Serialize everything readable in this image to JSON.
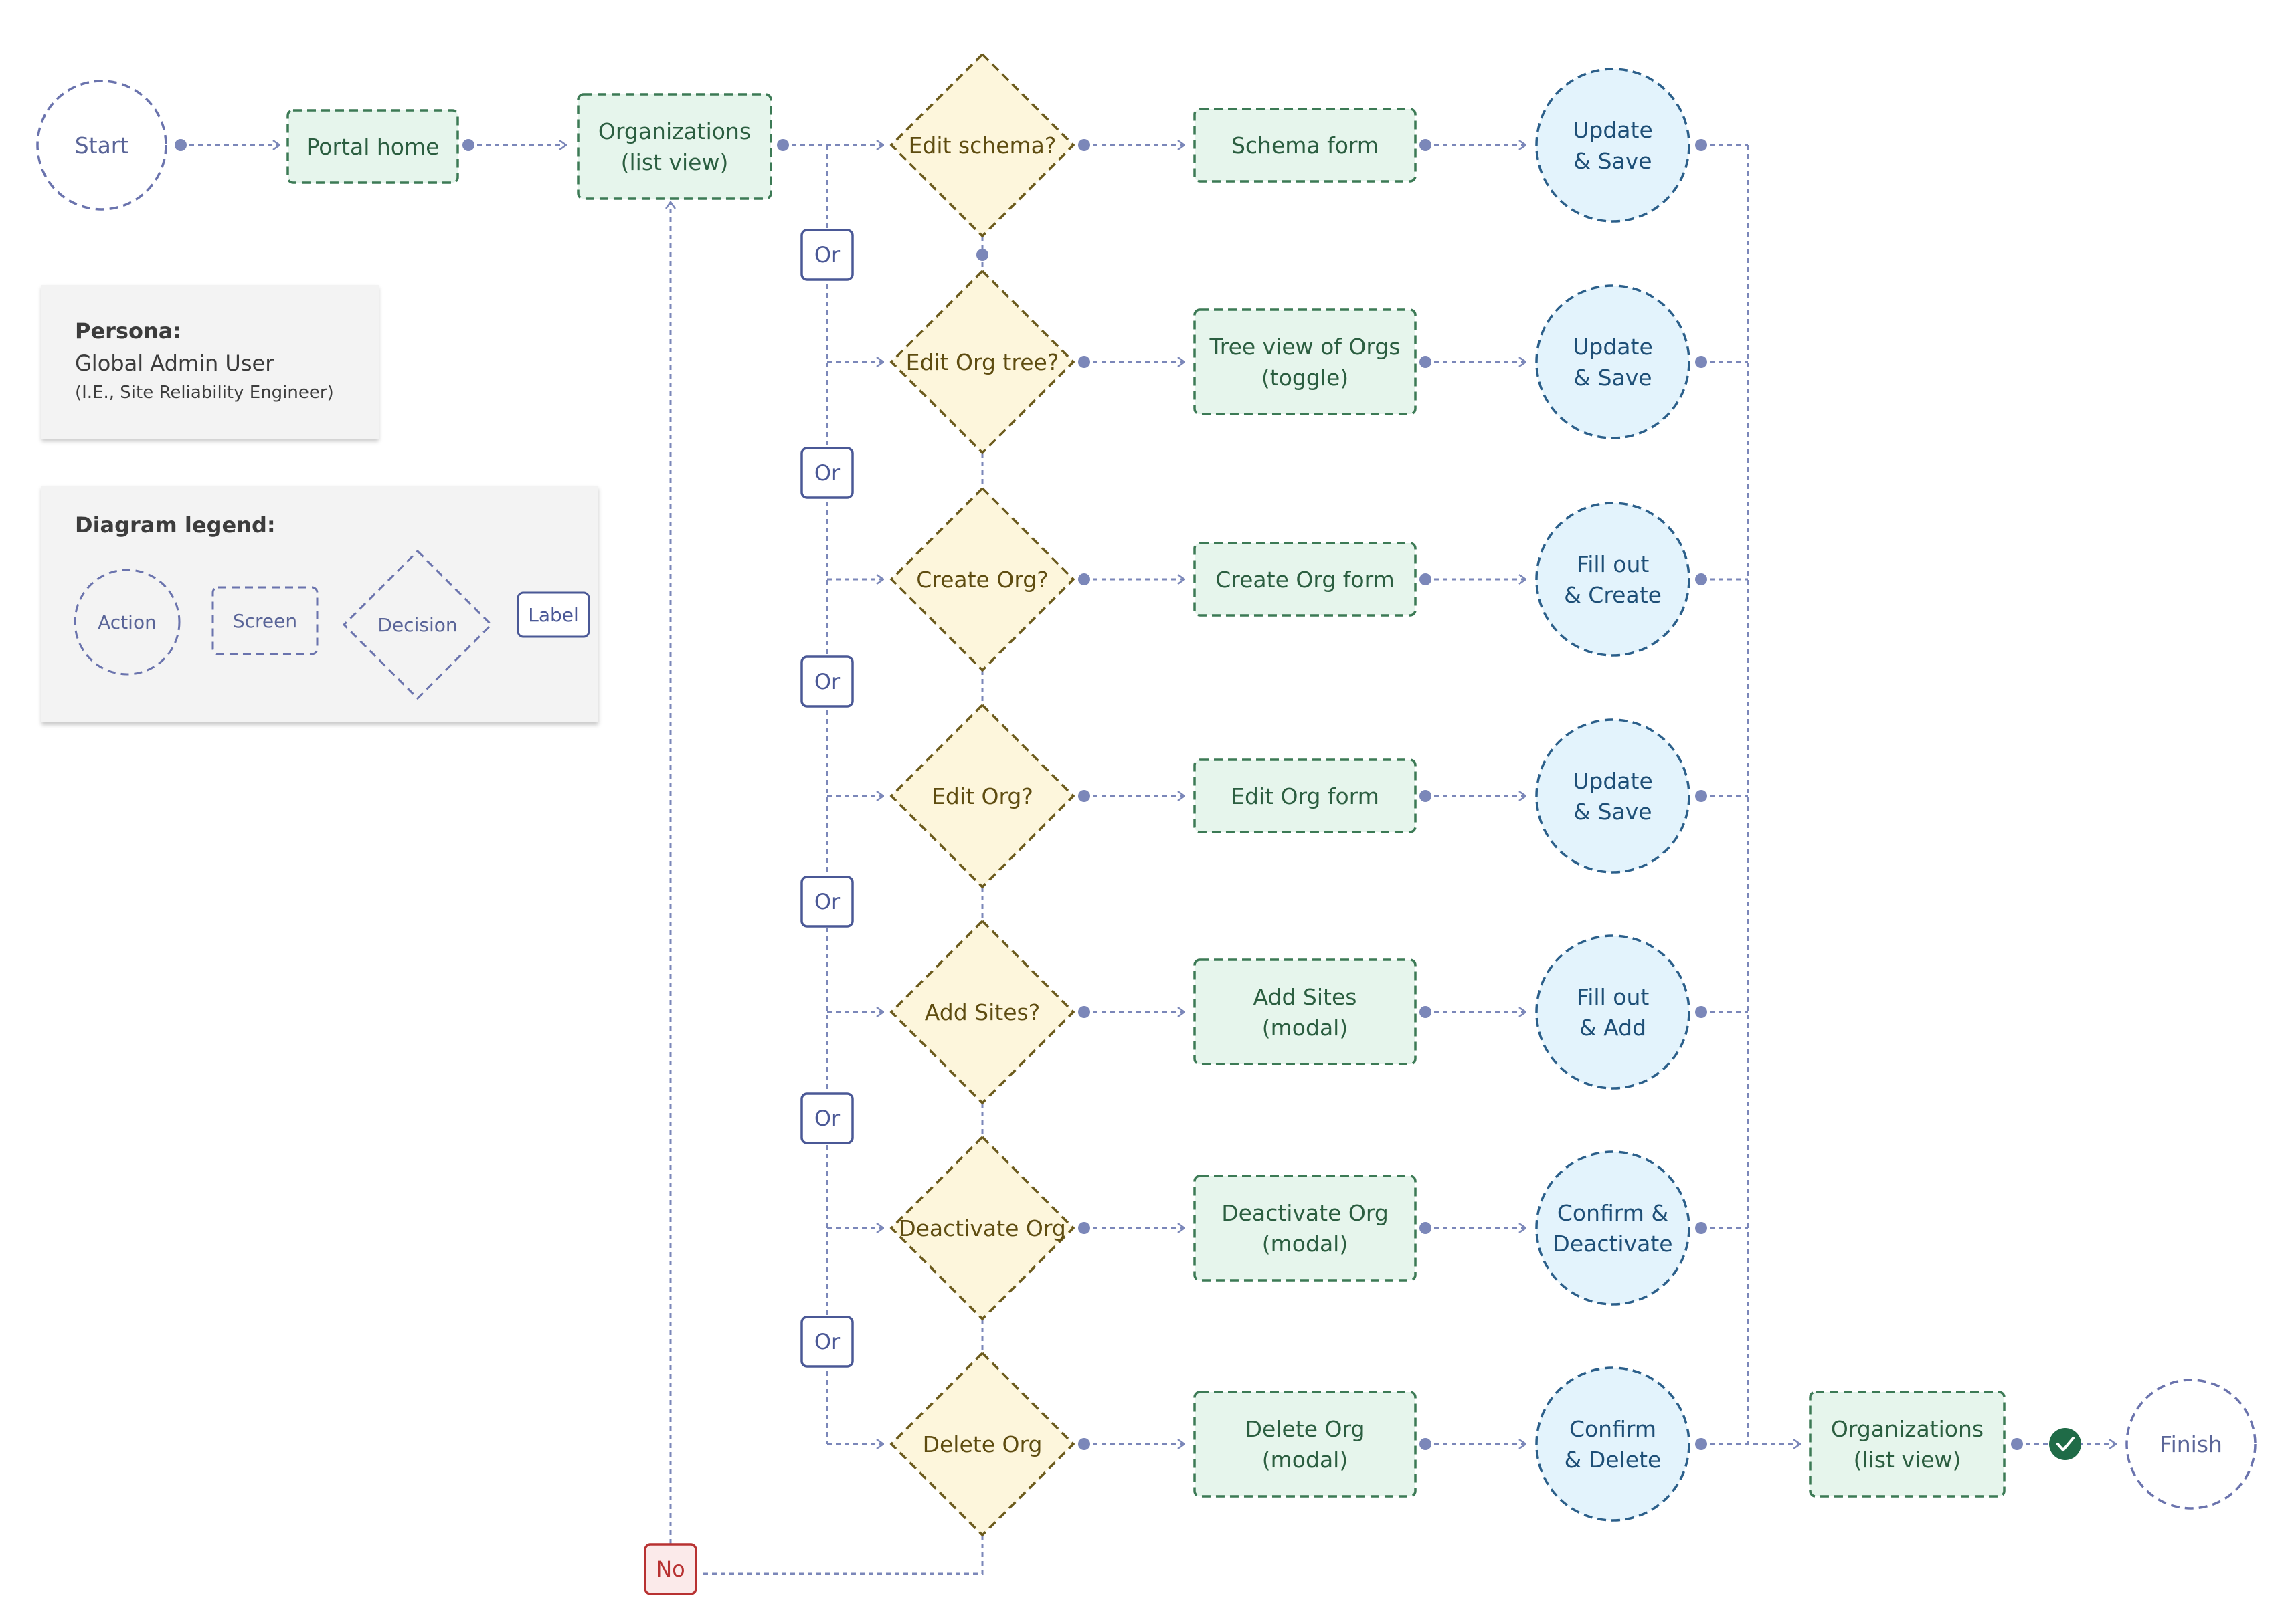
{
  "persona": {
    "title": "Persona:",
    "role": "Global Admin User",
    "detail": "(I.E., Site Reliability Engineer)"
  },
  "legend": {
    "title": "Diagram legend:",
    "action": "Action",
    "screen": "Screen",
    "decision": "Decision",
    "label": "Label"
  },
  "colors": {
    "connector": "#7b87b9",
    "action_stroke": "#6a73ad",
    "action_text": "#5a6598",
    "screen_fill": "#e6f5ec",
    "screen_stroke": "#3c7a55",
    "screen_text": "#2b5e40",
    "decision_fill": "#fdf6dc",
    "decision_stroke": "#6b5a1c",
    "decision_text": "#5e4c10",
    "step_fill": "#e3f3fc",
    "step_stroke": "#2b5f8a",
    "step_text": "#1e4f77",
    "or_stroke": "#4a5896",
    "no_stroke": "#b83232",
    "no_fill": "#fbeaea",
    "check_fill": "#1f6b47"
  },
  "flow": {
    "start": "Start",
    "portal_home": "Portal home",
    "organizations_list": [
      "Organizations",
      "(list view)"
    ],
    "branches": [
      {
        "decision": [
          "Edit schema?"
        ],
        "screen": [
          "Schema form"
        ],
        "step": [
          "Update",
          "& Save"
        ]
      },
      {
        "decision": [
          "Edit Org tree?"
        ],
        "screen": [
          "Tree view of Orgs",
          "(toggle)"
        ],
        "step": [
          "Update",
          "& Save"
        ]
      },
      {
        "decision": [
          "Create Org?"
        ],
        "screen": [
          "Create Org form"
        ],
        "step": [
          "Fill out",
          "& Create"
        ]
      },
      {
        "decision": [
          "Edit Org?"
        ],
        "screen": [
          "Edit Org form"
        ],
        "step": [
          "Update",
          "& Save"
        ]
      },
      {
        "decision": [
          "Add Sites?"
        ],
        "screen": [
          "Add Sites",
          "(modal)"
        ],
        "step": [
          "Fill out",
          "& Add"
        ]
      },
      {
        "decision": [
          "Deactivate Org"
        ],
        "screen": [
          "Deactivate Org",
          "(modal)"
        ],
        "step": [
          "Confirm &",
          "Deactivate"
        ]
      },
      {
        "decision": [
          "Delete Org"
        ],
        "screen": [
          "Delete Org",
          "(modal)"
        ],
        "step": [
          "Confirm",
          "& Delete"
        ]
      }
    ],
    "or_label": "Or",
    "no_label": "No",
    "end_screen": [
      "Organizations",
      "(list view)"
    ],
    "finish": "Finish"
  }
}
